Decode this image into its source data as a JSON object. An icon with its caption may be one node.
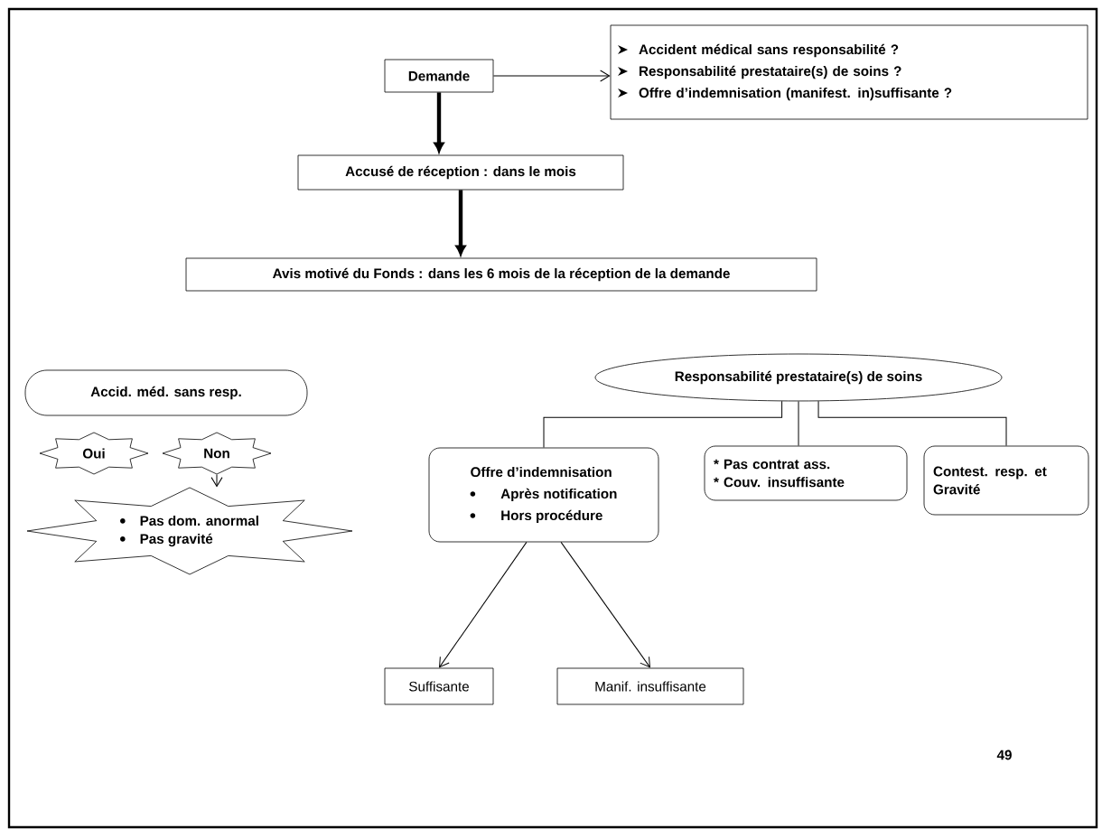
{
  "diagram": {
    "nodes": [
      {
        "text": [
          "Demande"
        ]
      },
      {
        "text": [
          "Accident médical sans responsabilité ?",
          "Responsabilité prestataire(s) de soins ?",
          "Offre d’indemnisation (manifest. in)suffisante ?"
        ]
      },
      {
        "text": [
          "Accusé de réception : dans le mois"
        ]
      },
      {
        "text": [
          "Avis motivé du Fonds : dans les 6 mois de la réception de la demande"
        ]
      },
      {
        "text": [
          "Accid. méd. sans resp."
        ]
      },
      {
        "text": [
          "Oui"
        ]
      },
      {
        "text": [
          "Non"
        ]
      },
      {
        "text": [
          "Pas dom. anormal",
          "Pas gravité"
        ]
      },
      {
        "text": [
          "Responsabilité prestataire(s) de soins"
        ]
      },
      {
        "text": [
          "Offre d’indemnisation",
          "Après notification",
          "Hors procédure"
        ]
      },
      {
        "text": [
          "* Pas contrat ass.",
          "* Couv. insuffisante"
        ]
      },
      {
        "text": [
          "Contest. resp. et Gravité"
        ]
      },
      {
        "text": [
          "Suffisante"
        ]
      },
      {
        "text": [
          "Manif. insuffisante"
        ]
      }
    ],
    "edges": [
      {
        "from": 0,
        "to": 1,
        "arrow": "to"
      },
      {
        "from": 0,
        "to": 2,
        "arrow": "to",
        "style": "thick"
      },
      {
        "from": 2,
        "to": 3,
        "arrow": "to",
        "style": "thick"
      },
      {
        "from": 6,
        "to": 7,
        "arrow": "to"
      },
      {
        "from": 8,
        "to": 9,
        "arrow": "none"
      },
      {
        "from": 8,
        "to": 10,
        "arrow": "none"
      },
      {
        "from": 8,
        "to": 11,
        "arrow": "none"
      },
      {
        "from": 9,
        "to": 12,
        "arrow": "to"
      },
      {
        "from": 9,
        "to": 13,
        "arrow": "to"
      }
    ],
    "labels": [
      "49"
    ]
  }
}
